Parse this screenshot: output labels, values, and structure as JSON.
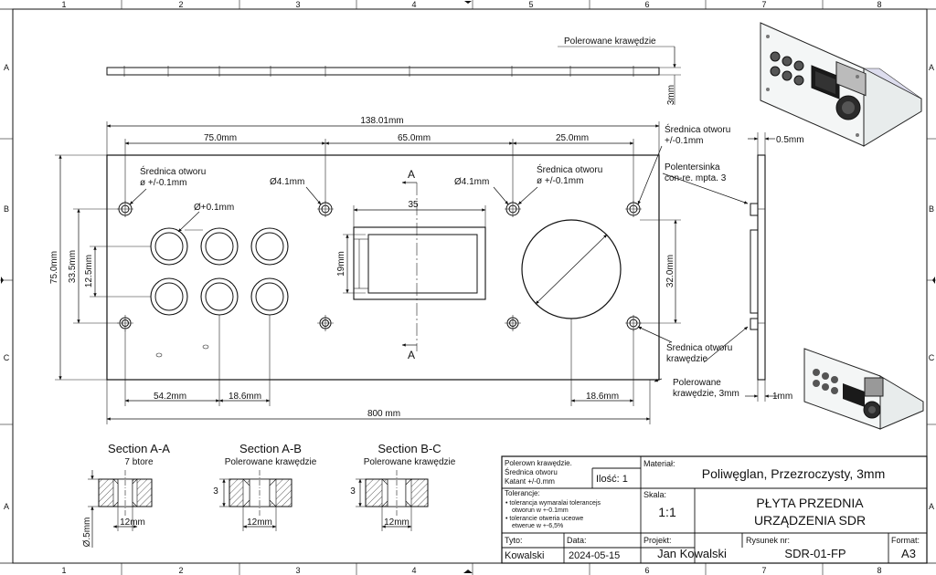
{
  "border": {
    "col_labels": [
      "1",
      "2",
      "3",
      "4",
      "5",
      "6",
      "7",
      "8"
    ],
    "row_labels": [
      "A",
      "B",
      "C",
      "A"
    ]
  },
  "top_view": {
    "edge_note": "Polerowane krawędzie",
    "thickness": "3mm"
  },
  "front_view": {
    "dim_total_width": "138.01mm",
    "dim_75": "75.0mm",
    "dim_65": "65.0mm",
    "dim_25": "25.0mm",
    "dim_height": "75.0mm",
    "dim_335": "33.5mm",
    "dim_125": "12.5mm",
    "dim_19": "19mm",
    "dim_35": "35",
    "dim_32": "32.0mm",
    "dim_542": "54.2mm",
    "dim_186_a": "18.6mm",
    "dim_186_b": "18.6mm",
    "dim_800": "800 mm",
    "hole_note_left": [
      "Średnica otworu",
      "ø +/-0.1mm"
    ],
    "hole_note_mid": [
      "Średnica otworu",
      "ø +/-0.1mm"
    ],
    "hole_note_right": [
      "Średnica otworu",
      "+/-0.1mm"
    ],
    "hole_d_left": "Ø4.1mm",
    "hole_d_mid": "Ø4.1mm",
    "button_tol": "Ø+0.1mm",
    "section_mark": "A",
    "countersink_note": [
      "Polentersinka",
      "con-re. mpta. 3"
    ],
    "edge_note_bottom": [
      "Średnica otworu",
      "krawędzie"
    ],
    "polished_note": [
      "Polerowane",
      "krawędzie, 3mm"
    ]
  },
  "side_view": {
    "dim_05": "0.5mm",
    "dim_1": "1mm"
  },
  "sections": [
    {
      "title": "Section A-A",
      "subtitle": "7 btore",
      "side_dim": "Ø.5mm",
      "bottom_dim": "12mm"
    },
    {
      "title": "Section A-B",
      "subtitle": "Polerowane krawędzie",
      "side_dim": "3",
      "bottom_dim": "12mm"
    },
    {
      "title": "Section B-C",
      "subtitle": "Polerowane krawędzie",
      "side_dim": "3",
      "bottom_dim": "12mm"
    }
  ],
  "title_block": {
    "notes": [
      "Polerown krawędzie.",
      "Średnica otworu",
      "Katant +/-0.mm"
    ],
    "qty_label": "Ilość: 1",
    "material_label": "Materiał:",
    "material": "Poliwęglan, Przezroczysty, 3mm",
    "tolerance_label": "Tolerancje:",
    "tolerance_lines": [
      "• tolerancja wymaralai tolerancejs",
      "otworun w +-0.1mm",
      "• tolerancie otweria uceowe",
      "etwerue w +-6,5%"
    ],
    "scale_label": "Skala:",
    "scale": "1:1",
    "title_lines": [
      "PŁYTA PRZEDNIA",
      "URZĄDZENIA SDR"
    ],
    "type_label": "Tyto:",
    "author": "Kowalski",
    "date_label": "Data:",
    "date": "2024-05-15",
    "project_label": "Projekt:",
    "project": "Jan Kowalski",
    "drawing_no_label": "Rysunek nr:",
    "drawing_no": "SDR-01-FP",
    "format_label": "Format:",
    "format": "A3"
  }
}
